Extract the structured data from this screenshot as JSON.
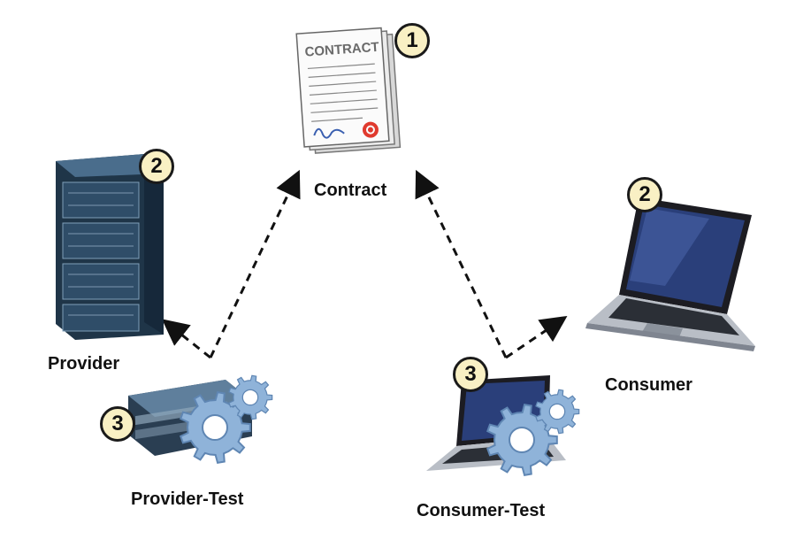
{
  "nodes": {
    "contract": {
      "label": "Contract",
      "step": "1",
      "doc_heading": "CONTRACT"
    },
    "provider": {
      "label": "Provider",
      "step": "2"
    },
    "consumer": {
      "label": "Consumer",
      "step": "2"
    },
    "provider_test": {
      "label": "Provider-Test",
      "step": "3"
    },
    "consumer_test": {
      "label": "Consumer-Test",
      "step": "3"
    }
  },
  "edges": [
    {
      "from": "provider-test",
      "to": "contract",
      "style": "dashed"
    },
    {
      "from": "provider-test",
      "to": "provider",
      "style": "dashed"
    },
    {
      "from": "consumer-test",
      "to": "contract",
      "style": "dashed"
    },
    {
      "from": "consumer-test",
      "to": "consumer",
      "style": "dashed"
    }
  ],
  "colors": {
    "badge_fill": "#f9f0c4",
    "badge_border": "#1a1a1a",
    "arrow": "#111111",
    "gear": "#8fb3d9",
    "server": "#1f3548",
    "laptop_screen": "#2a3f7a"
  }
}
